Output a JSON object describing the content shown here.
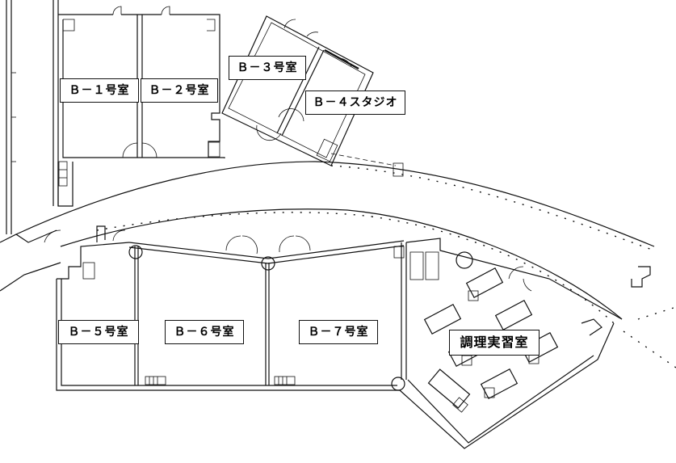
{
  "rooms": {
    "b1": "Ｂ－１号室",
    "b2": "Ｂ－２号室",
    "b3": "Ｂ－３号室",
    "b4": "Ｂ－４スタジオ",
    "b5": "Ｂ－５号室",
    "b6": "Ｂ－６号室",
    "b7": "Ｂ－７号室",
    "kitchen": "調理実習室"
  }
}
